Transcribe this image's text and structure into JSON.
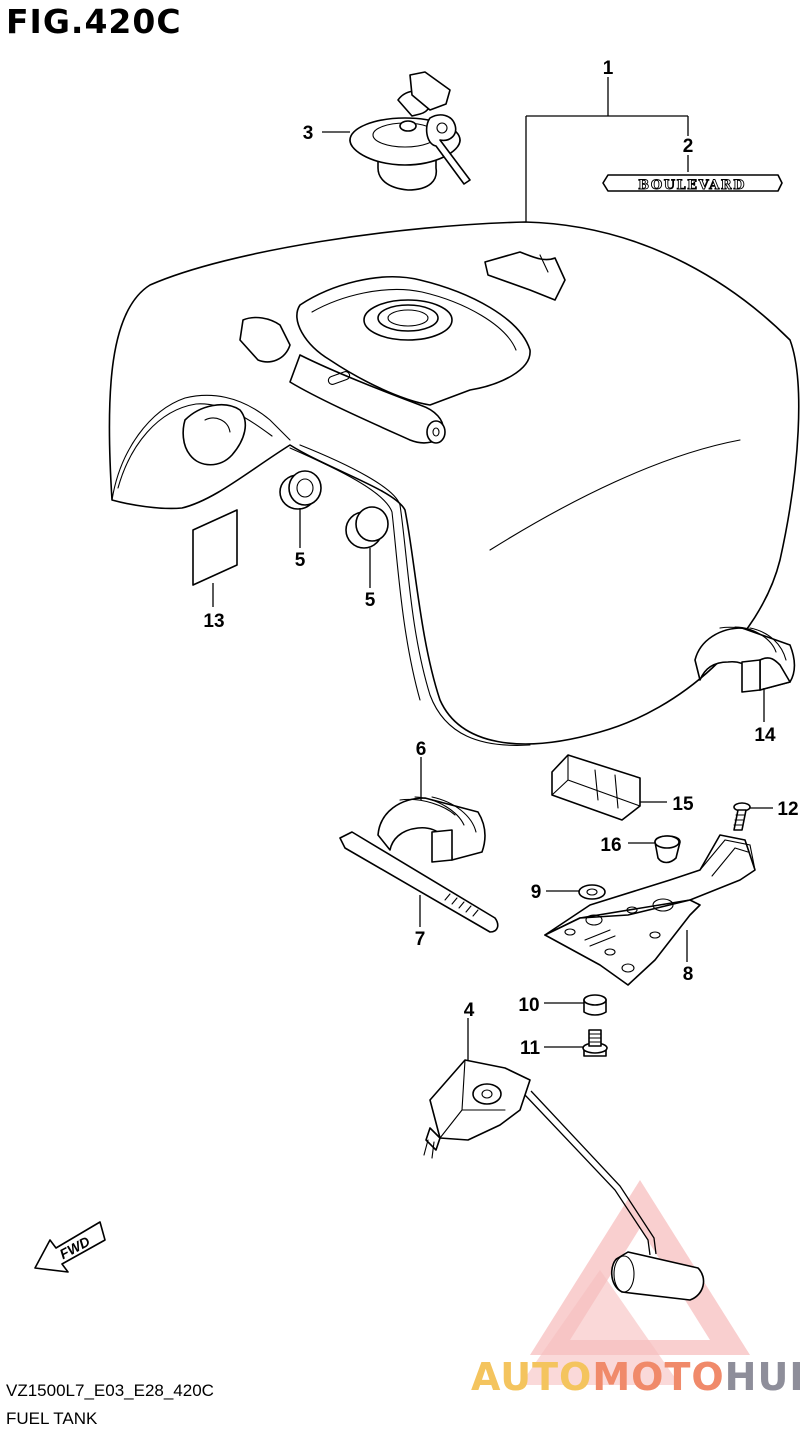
{
  "figure": {
    "title": "FIG.420C"
  },
  "callouts": [
    {
      "id": "1",
      "label": "1"
    },
    {
      "id": "2",
      "label": "2"
    },
    {
      "id": "3",
      "label": "3"
    },
    {
      "id": "5a",
      "label": "5"
    },
    {
      "id": "5b",
      "label": "5"
    },
    {
      "id": "13",
      "label": "13"
    },
    {
      "id": "14",
      "label": "14"
    },
    {
      "id": "6",
      "label": "6"
    },
    {
      "id": "15",
      "label": "15"
    },
    {
      "id": "12",
      "label": "12"
    },
    {
      "id": "16",
      "label": "16"
    },
    {
      "id": "9",
      "label": "9"
    },
    {
      "id": "7",
      "label": "7"
    },
    {
      "id": "8",
      "label": "8"
    },
    {
      "id": "4",
      "label": "4"
    },
    {
      "id": "10",
      "label": "10"
    },
    {
      "id": "11",
      "label": "11"
    }
  ],
  "emblem": {
    "text": "BOULEVARD"
  },
  "direction": {
    "text": "FWD"
  },
  "footer": {
    "model_code": "VZ1500L7_E03_E28_420C",
    "name": "FUEL TANK"
  },
  "watermark": {
    "part1": "AUTO",
    "part2": "MOTO",
    "part3": "HUB",
    "colors": [
      "#f4c45e",
      "#f08a6a",
      "#8e8e9a"
    ]
  }
}
